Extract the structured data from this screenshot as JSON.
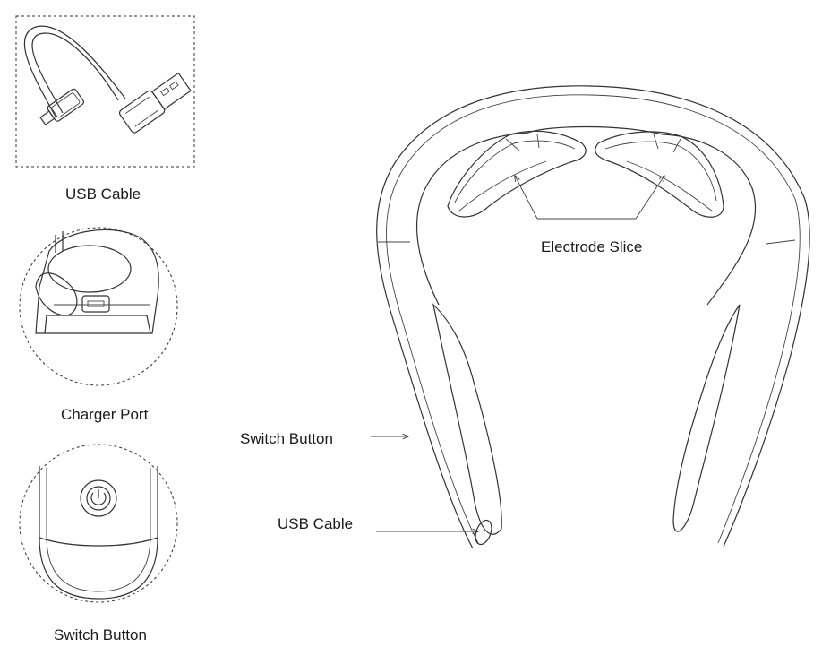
{
  "labels": {
    "usb_cable_caption": "USB Cable",
    "charger_port_caption": "Charger Port",
    "switch_button_caption": "Switch Button",
    "electrode_slice": "Electrode Slice",
    "switch_button_callout": "Switch Button",
    "usb_cable_callout": "USB Cable"
  },
  "icons": {
    "power": "power-icon"
  }
}
